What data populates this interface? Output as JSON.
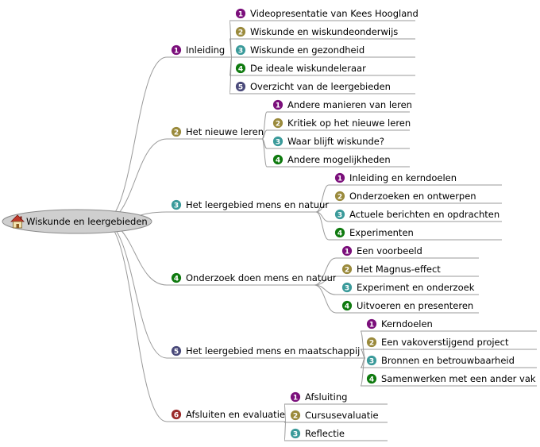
{
  "root": {
    "label": "Wiskunde en leergebieden",
    "icon": "home-icon"
  },
  "badge_colors": {
    "1": "#7b0f7b",
    "2": "#9a8a3c",
    "3": "#3a9a9a",
    "4": "#0f7a0f",
    "5": "#4a4a7a",
    "6": "#9a2a2a"
  },
  "branches": [
    {
      "num": "1",
      "label": "Inleiding",
      "children": [
        {
          "num": "1",
          "label": "Videopresentatie van Kees Hoogland"
        },
        {
          "num": "2",
          "label": "Wiskunde en wiskundeonderwijs"
        },
        {
          "num": "3",
          "label": "Wiskunde en gezondheid"
        },
        {
          "num": "4",
          "label": "De ideale wiskundeleraar"
        },
        {
          "num": "5",
          "label": "Overzicht van de leergebieden"
        }
      ]
    },
    {
      "num": "2",
      "label": "Het nieuwe leren",
      "children": [
        {
          "num": "1",
          "label": "Andere manieren van leren"
        },
        {
          "num": "2",
          "label": "Kritiek op het nieuwe leren"
        },
        {
          "num": "3",
          "label": "Waar blijft wiskunde?"
        },
        {
          "num": "4",
          "label": "Andere mogelijkheden"
        }
      ]
    },
    {
      "num": "3",
      "label": "Het leergebied mens en natuur",
      "children": [
        {
          "num": "1",
          "label": "Inleiding en kerndoelen"
        },
        {
          "num": "2",
          "label": "Onderzoeken en ontwerpen"
        },
        {
          "num": "3",
          "label": "Actuele berichten en opdrachten"
        },
        {
          "num": "4",
          "label": "Experimenten"
        }
      ]
    },
    {
      "num": "4",
      "label": "Onderzoek doen mens en natuur",
      "children": [
        {
          "num": "1",
          "label": "Een voorbeeld"
        },
        {
          "num": "2",
          "label": "Het Magnus-effect"
        },
        {
          "num": "3",
          "label": "Experiment en onderzoek"
        },
        {
          "num": "4",
          "label": "Uitvoeren en presenteren"
        }
      ]
    },
    {
      "num": "5",
      "label": "Het leergebied mens en maatschappij",
      "children": [
        {
          "num": "1",
          "label": "Kerndoelen"
        },
        {
          "num": "2",
          "label": "Een vakoverstijgend project"
        },
        {
          "num": "3",
          "label": "Bronnen en betrouwbaarheid"
        },
        {
          "num": "4",
          "label": "Samenwerken met een ander vak"
        }
      ]
    },
    {
      "num": "6",
      "label": "Afsluiten en evaluatie",
      "children": [
        {
          "num": "1",
          "label": "Afsluiting"
        },
        {
          "num": "2",
          "label": "Cursusevaluatie"
        },
        {
          "num": "3",
          "label": "Reflectie"
        }
      ]
    }
  ]
}
